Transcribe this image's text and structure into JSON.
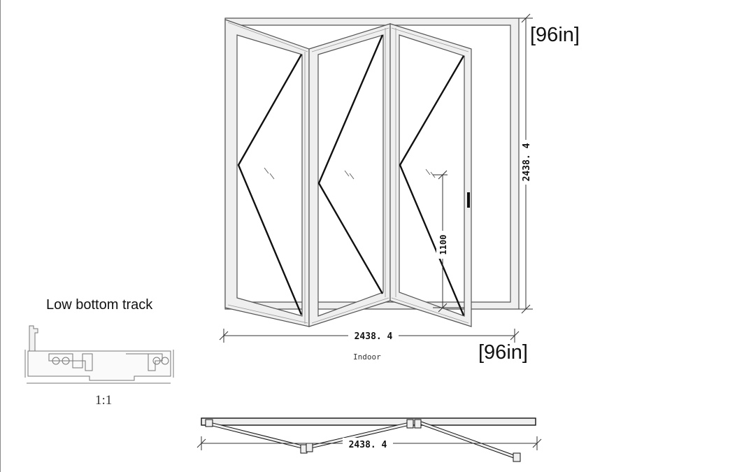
{
  "elevation": {
    "width_mm": "2438. 4",
    "height_mm": "2438. 4",
    "width_in": "[96in]",
    "height_in": "[96in]",
    "handle_height_mm": "1100",
    "side_label": "Indoor"
  },
  "track": {
    "title": "Low bottom track",
    "scale": "1:1"
  },
  "plan": {
    "width_mm": "2438. 4"
  },
  "colors": {
    "line": "#111111",
    "frame_fill": "#efefef",
    "background": "#ffffff"
  }
}
